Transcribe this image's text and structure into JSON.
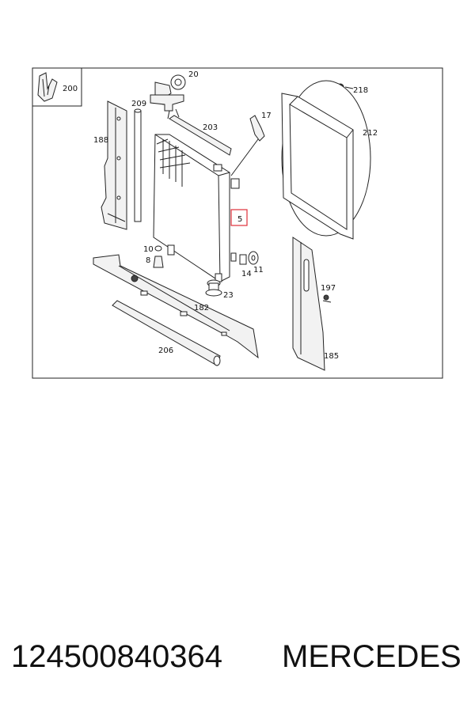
{
  "labels": {
    "l200": "200",
    "l20": "20",
    "l209": "209",
    "l188": "188",
    "l203": "203",
    "l17": "17",
    "l218": "218",
    "l212": "212",
    "l5": "5",
    "l10": "10",
    "l8": "8",
    "l14": "14",
    "l11": "11",
    "l23": "23",
    "l182": "182",
    "l197": "197",
    "l206": "206",
    "l185": "185"
  },
  "caption": {
    "part_number": "124500840364",
    "brand": "MERCEDES"
  },
  "colors": {
    "highlight": "#e0303a",
    "line": "#222222"
  }
}
